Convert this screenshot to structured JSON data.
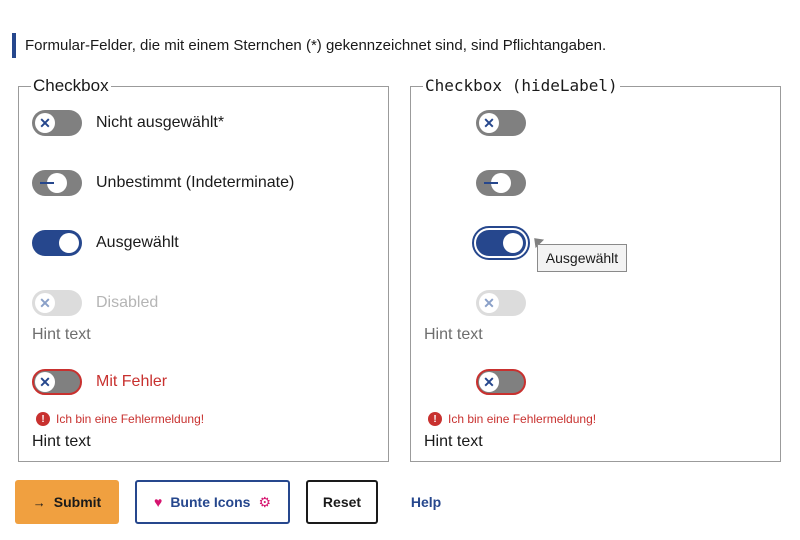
{
  "notice": "Formular-Felder, die mit einem Sternchen (*) gekennzeichnet sind, sind Pflichtangaben.",
  "left": {
    "legend": "Checkbox",
    "unchecked_label": "Nicht ausgewählt",
    "required_mark": "*",
    "indeterminate_label": "Unbestimmt (Indeterminate)",
    "checked_label": "Ausgewählt",
    "disabled_label": "Disabled",
    "disabled_hint": "Hint text",
    "error_label": "Mit Fehler",
    "error_message": "Ich bin eine Fehlermeldung!",
    "error_hint": "Hint text"
  },
  "right": {
    "legend": "Checkbox (hideLabel)",
    "tooltip": "Ausgewählt",
    "disabled_hint": "Hint text",
    "error_message": "Ich bin eine Fehlermeldung!",
    "error_hint": "Hint text"
  },
  "buttons": {
    "submit": "Submit",
    "bunte_icons": "Bunte Icons",
    "reset": "Reset",
    "help": "Help"
  },
  "icons": {
    "submit": "arrow-right-icon",
    "bunte_left": "heart-icon",
    "bunte_right": "puzzle-icon",
    "unchecked": "close-icon",
    "error": "exclamation-icon"
  },
  "colors": {
    "accent": "#26478d",
    "error": "#c8312f",
    "submit_bg": "#f0a040",
    "toggle_off": "#808080"
  }
}
